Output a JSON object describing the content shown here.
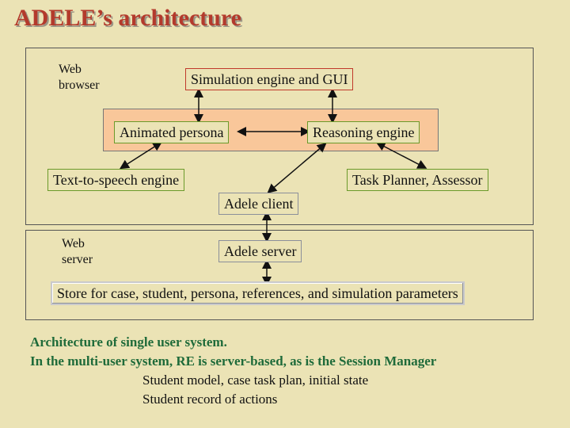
{
  "title": "ADELE’s architecture",
  "regions": {
    "client_label": [
      "Web",
      "browser"
    ],
    "server_label": [
      "Web",
      "server"
    ]
  },
  "nodes": {
    "sim_gui": "Simulation engine and GUI",
    "persona": "Animated persona",
    "reasoning": "Reasoning engine",
    "tts": "Text-to-speech engine",
    "planner": "Task Planner, Assessor",
    "client": "Adele client",
    "server": "Adele server",
    "store": "Store for case, student, persona, references, and simulation parameters"
  },
  "caption": [
    "Architecture of single user system.",
    "In the multi-user system, RE is server-based, as is the Session Manager"
  ],
  "notes": [
    "Student model, case task plan, initial state",
    "Student record of actions"
  ],
  "colors": {
    "title": "#b33a2c",
    "band": "#f9c79a",
    "caption": "#1f6b3a",
    "background": "#ebe3b5"
  }
}
